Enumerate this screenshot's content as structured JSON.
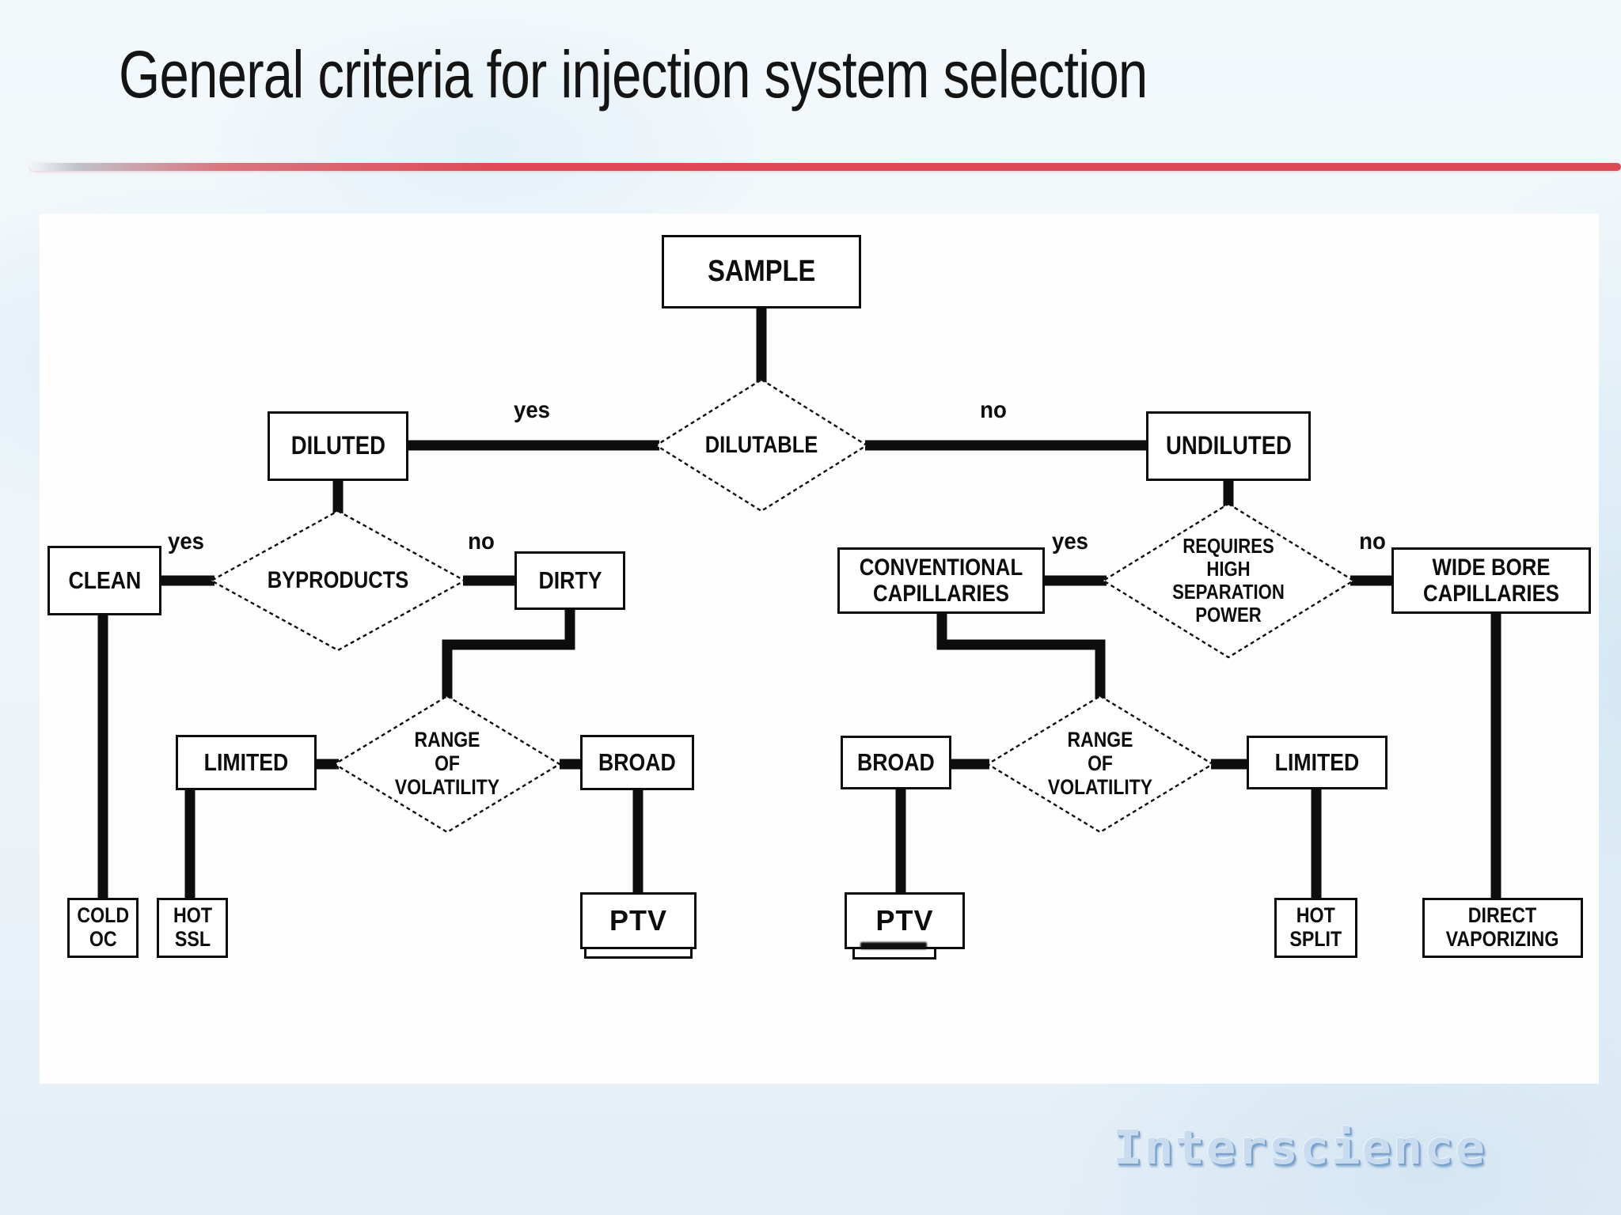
{
  "slide": {
    "title": "General criteria for injection system selection",
    "logo_text": "Interscience"
  },
  "colors": {
    "accent_red": "#dd4a56",
    "logo_blue": "#7ba0c9",
    "ink_black": "#0d0d0d",
    "panel_white": "#fefefe"
  },
  "decision_labels": {
    "yes": "yes",
    "no": "no"
  },
  "nodes": {
    "sample": "SAMPLE",
    "dilutable": "DILUTABLE",
    "diluted": "DILUTED",
    "undiluted": "UNDILUTED",
    "byproducts": "BYPRODUCTS",
    "clean": "CLEAN",
    "dirty": "DIRTY",
    "requires": {
      "l1": "REQUIRES",
      "l2": "HIGH",
      "l3": "SEPARATION",
      "l4": "POWER"
    },
    "conventional": {
      "l1": "CONVENTIONAL",
      "l2": "CAPILLARIES"
    },
    "wide_bore": {
      "l1": "WIDE BORE",
      "l2": "CAPILLARIES"
    },
    "range": {
      "l1": "RANGE",
      "l2": "OF",
      "l3": "VOLATILITY"
    },
    "limited": "LIMITED",
    "broad": "BROAD",
    "cold_oc": {
      "l1": "COLD",
      "l2": "OC"
    },
    "hot_ssl": {
      "l1": "HOT",
      "l2": "SSL"
    },
    "ptv": "PTV",
    "hot_split": {
      "l1": "HOT",
      "l2": "SPLIT"
    },
    "direct_vaporizing": {
      "l1": "DIRECT",
      "l2": "VAPORIZING"
    }
  },
  "edges": [
    {
      "from": "SAMPLE",
      "to": "DILUTABLE",
      "label": ""
    },
    {
      "from": "DILUTABLE",
      "to": "DILUTED",
      "label": "yes"
    },
    {
      "from": "DILUTABLE",
      "to": "UNDILUTED",
      "label": "no"
    },
    {
      "from": "DILUTED",
      "to": "BYPRODUCTS",
      "label": ""
    },
    {
      "from": "BYPRODUCTS",
      "to": "CLEAN",
      "label": "yes"
    },
    {
      "from": "BYPRODUCTS",
      "to": "DIRTY",
      "label": "no"
    },
    {
      "from": "CLEAN",
      "to": "COLD OC",
      "label": ""
    },
    {
      "from": "DIRTY",
      "to": "RANGE OF VOLATILITY (left)",
      "label": ""
    },
    {
      "from": "RANGE OF VOLATILITY (left)",
      "to": "LIMITED",
      "label": ""
    },
    {
      "from": "RANGE OF VOLATILITY (left)",
      "to": "BROAD",
      "label": ""
    },
    {
      "from": "LIMITED (left)",
      "to": "HOT SSL",
      "label": ""
    },
    {
      "from": "BROAD (left)",
      "to": "PTV",
      "label": ""
    },
    {
      "from": "UNDILUTED",
      "to": "REQUIRES HIGH SEPARATION POWER",
      "label": ""
    },
    {
      "from": "REQUIRES HIGH SEPARATION POWER",
      "to": "CONVENTIONAL CAPILLARIES",
      "label": "yes"
    },
    {
      "from": "REQUIRES HIGH SEPARATION POWER",
      "to": "WIDE BORE CAPILLARIES",
      "label": "no"
    },
    {
      "from": "CONVENTIONAL CAPILLARIES",
      "to": "RANGE OF VOLATILITY (right)",
      "label": ""
    },
    {
      "from": "RANGE OF VOLATILITY (right)",
      "to": "BROAD",
      "label": ""
    },
    {
      "from": "RANGE OF VOLATILITY (right)",
      "to": "LIMITED",
      "label": ""
    },
    {
      "from": "BROAD (right)",
      "to": "PTV",
      "label": ""
    },
    {
      "from": "LIMITED (right)",
      "to": "HOT SPLIT",
      "label": ""
    },
    {
      "from": "WIDE BORE CAPILLARIES",
      "to": "DIRECT VAPORIZING",
      "label": ""
    }
  ]
}
